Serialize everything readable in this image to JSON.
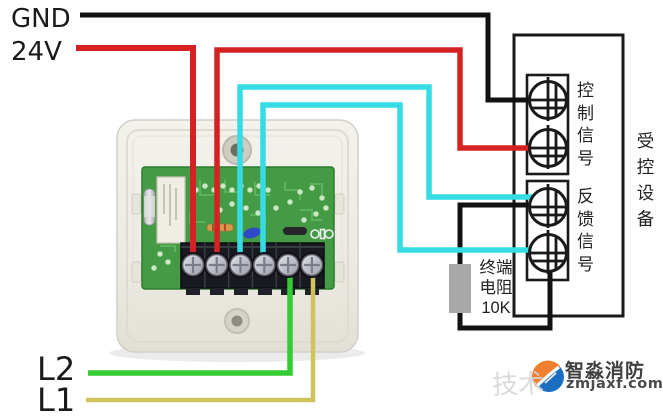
{
  "wiring_labels": {
    "gnd": "GND",
    "power": "24V",
    "l2": "L2",
    "l1": "L1"
  },
  "device_panel": {
    "name": "受控设备",
    "control_signal": "控制信号",
    "feedback_signal": "反馈信号"
  },
  "terminal_resistor": {
    "line1": "终端",
    "line2": "电阻",
    "line3": "10K"
  },
  "watermark": {
    "ghost": "技术",
    "brand": "智淼消防",
    "site": "zmjaxf.com"
  },
  "module": {
    "description": "input/output control module photo",
    "terminal_count": 6
  },
  "colors": {
    "gnd_wire": "#121212",
    "power_wire": "#d42222",
    "signal_wire": "#35dce4",
    "l2_wire": "#33cc33",
    "l1_wire": "#cfc35e",
    "resistor_body": "#a8a8a8",
    "outline": "#1a1a1a",
    "pcb_green": "#459a45",
    "case_white": "#edece6",
    "logo_blue": "#1a6fc0",
    "logo_orange": "#f08030"
  }
}
